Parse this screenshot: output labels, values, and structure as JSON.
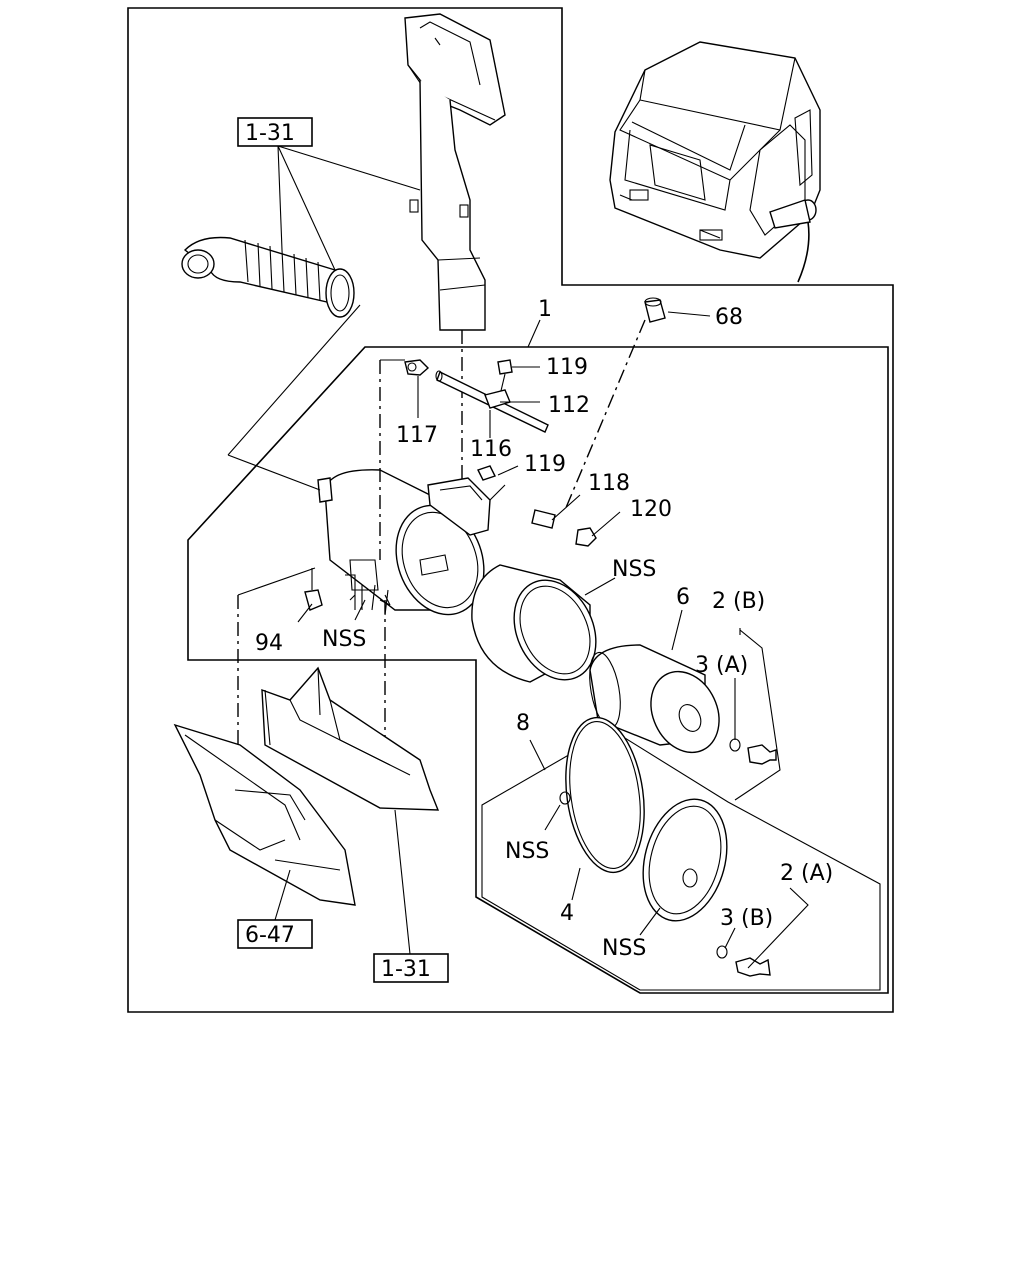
{
  "labels": {
    "ref_1_31_top": "1-31",
    "ref_6_47": "6-47",
    "ref_1_31_bottom": "1-31",
    "p1": "1",
    "p68": "68",
    "p119a": "119",
    "p112": "112",
    "p117": "117",
    "p116": "116",
    "p119b": "119",
    "p118": "118",
    "p120": "120",
    "nss_filter_top": "NSS",
    "p6": "6",
    "p2b": "2 (B)",
    "p3a": "3 (A)",
    "p94": "94",
    "nss_bracket": "NSS",
    "p8": "8",
    "nss_gasket": "NSS",
    "p4": "4",
    "nss_cover": "NSS",
    "p2a": "2 (A)",
    "p3b": "3 (B)"
  }
}
